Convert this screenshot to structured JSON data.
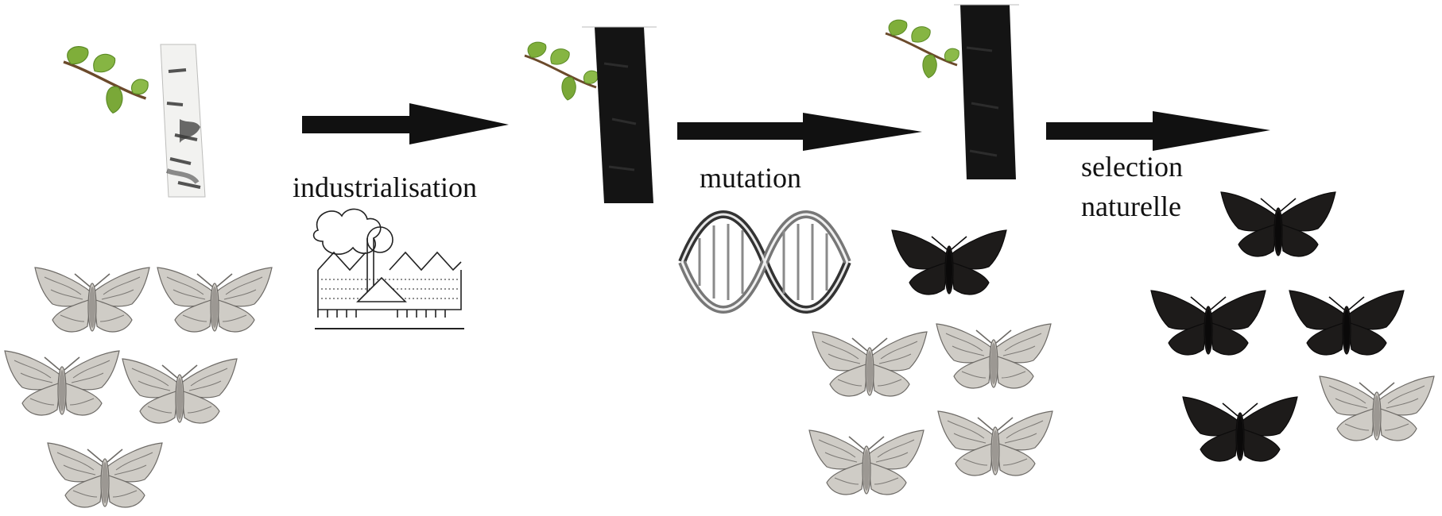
{
  "steps": [
    {
      "label": "industrialisation"
    },
    {
      "label": "mutation"
    },
    {
      "label_lines": [
        "selection",
        "naturelle"
      ]
    }
  ],
  "colors": {
    "light_moth": "#c9c6c1",
    "dark_moth": "#1c1a19",
    "leaf": "#7fae3a",
    "arrow": "#111111",
    "dark_bark": "#141414",
    "birch_bark": "#f2f2f0"
  },
  "icons": {
    "tree": "birch-trunk-icon",
    "factory": "factory-icon",
    "dna": "dna-helix-icon",
    "moth": "moth-icon"
  }
}
